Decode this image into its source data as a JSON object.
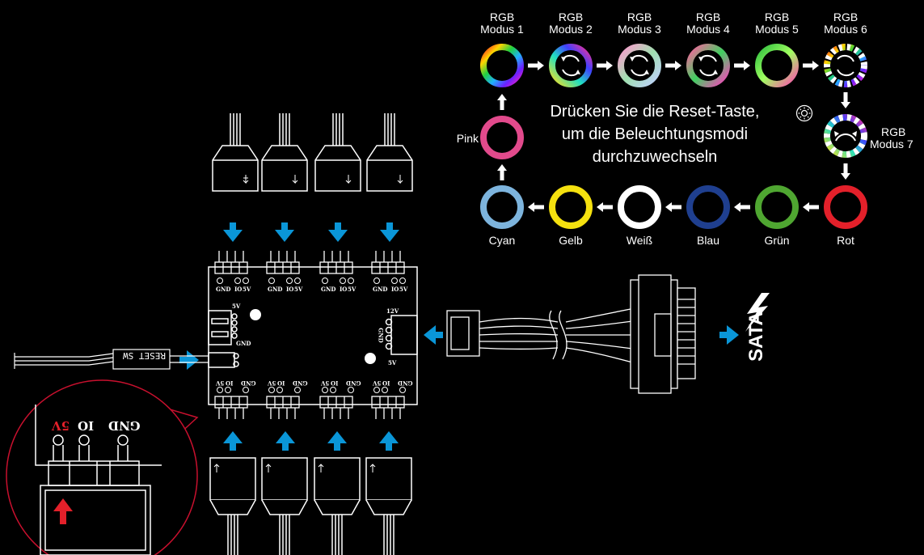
{
  "instruction": {
    "line1": "Drücken Sie die Reset-Taste,",
    "line2": "um die Beleuchtungsmodi",
    "line3": "durchzuwechseln"
  },
  "modes": [
    {
      "line1": "RGB",
      "line2": "Modus 1"
    },
    {
      "line1": "RGB",
      "line2": "Modus 2"
    },
    {
      "line1": "RGB",
      "line2": "Modus 3"
    },
    {
      "line1": "RGB",
      "line2": "Modus 4"
    },
    {
      "line1": "RGB",
      "line2": "Modus 5"
    },
    {
      "line1": "RGB",
      "line2": "Modus 6"
    },
    {
      "line1": "RGB",
      "line2": "Modus 7"
    }
  ],
  "colors": [
    {
      "name": "Rot",
      "hex": "#e3202a"
    },
    {
      "name": "Grün",
      "hex": "#4fa631"
    },
    {
      "name": "Blau",
      "hex": "#1f3f8f"
    },
    {
      "name": "Weiß",
      "hex": "#ffffff"
    },
    {
      "name": "Gelb",
      "hex": "#f5e10f"
    },
    {
      "name": "Cyan",
      "hex": "#7db4dd"
    },
    {
      "name": "Pink",
      "hex": "#e24a8c"
    }
  ],
  "hub": {
    "top_pins": [
      "GND",
      "IO",
      "5V"
    ],
    "bottom_pins": [
      "5V",
      "IO",
      "GND"
    ],
    "side_5v": "5V",
    "side_gnd": "GND",
    "right_12v": "12V",
    "right_gnd": "GND",
    "right_5v": "5V"
  },
  "zoom_pins": {
    "gnd": "GND",
    "io": "IO",
    "v5": "5V"
  },
  "reset_label": "RESET SW",
  "sata_label": "SATA",
  "arrow_color": "#0a96d8",
  "zoom_color": "#c8102e"
}
